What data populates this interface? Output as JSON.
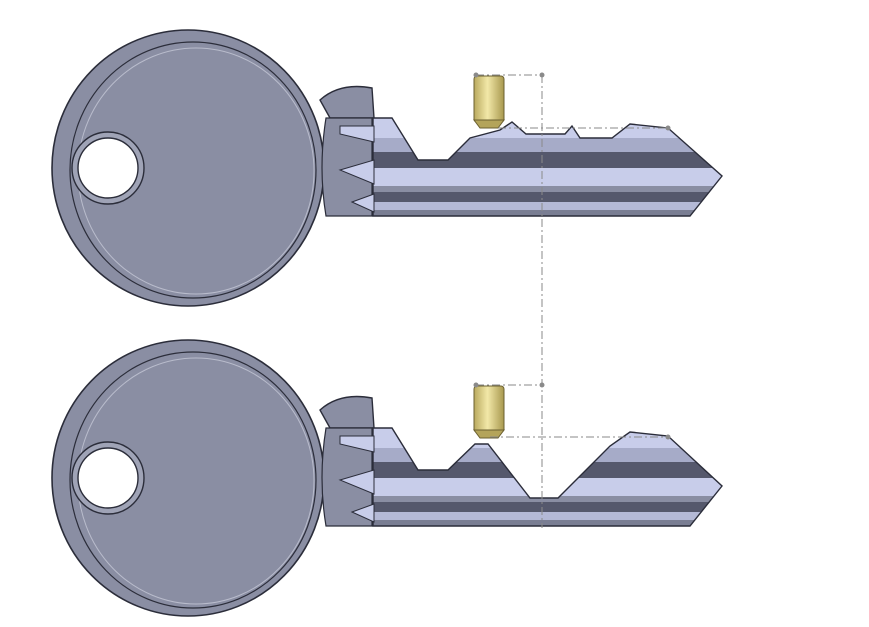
{
  "diagram": {
    "keys": [
      {
        "id": "key-top",
        "cut_profile": "shallow"
      },
      {
        "id": "key-bottom",
        "cut_profile": "deep"
      }
    ],
    "pins": [
      {
        "id": "pin-top"
      },
      {
        "id": "pin-bottom"
      }
    ],
    "colors": {
      "key_body": "#8a8ea3",
      "key_rim": "#9498ad",
      "outline": "#2b2d3a",
      "blade_light": "#c8cdea",
      "blade_mid": "#a6abc8",
      "blade_dark": "#55586c",
      "pin_gold": "#e8dc92",
      "pin_shadow": "#b4a45a",
      "guide_line": "#8a8a8a",
      "background": "#ffffff"
    }
  }
}
